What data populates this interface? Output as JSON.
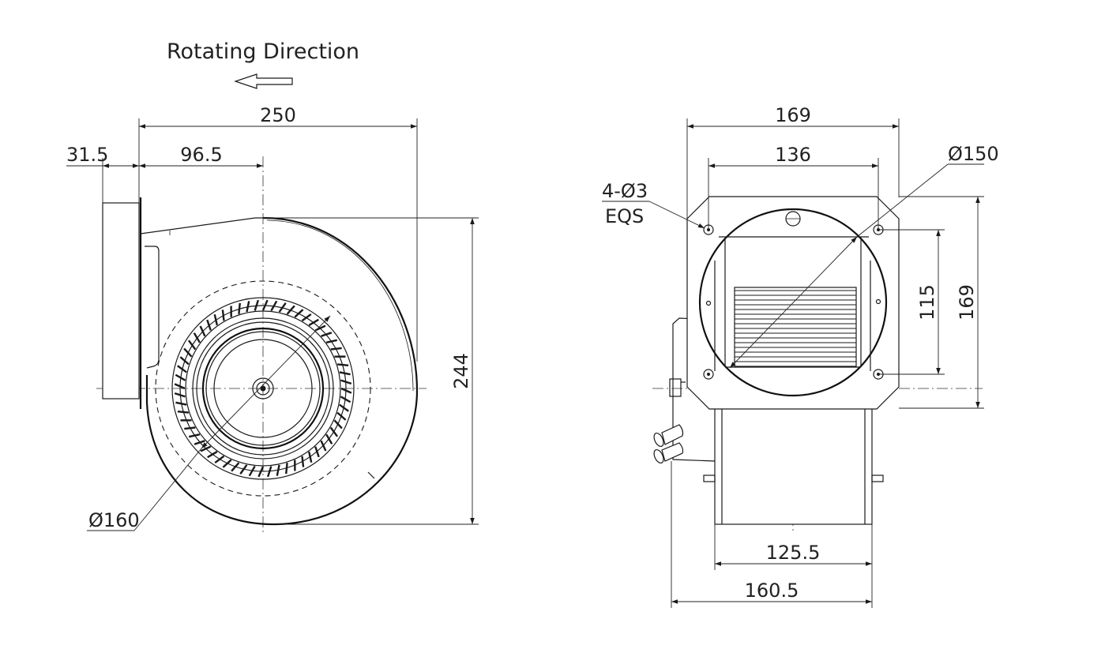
{
  "title": "Rotating Direction",
  "front_view": {
    "overall_width": "250",
    "inlet_offset": "31.5",
    "axis_offset": "96.5",
    "height": "244",
    "impeller_diameter": "Ø160"
  },
  "side_view": {
    "flange_width": "169",
    "hole_spacing_h": "136",
    "inlet_diameter": "Ø150",
    "holes_count": "4-Ø3",
    "holes_spacing_note": "EQS",
    "hole_spacing_v": "115",
    "flange_height": "169",
    "inner_width": "125.5",
    "overall_depth": "160.5"
  }
}
